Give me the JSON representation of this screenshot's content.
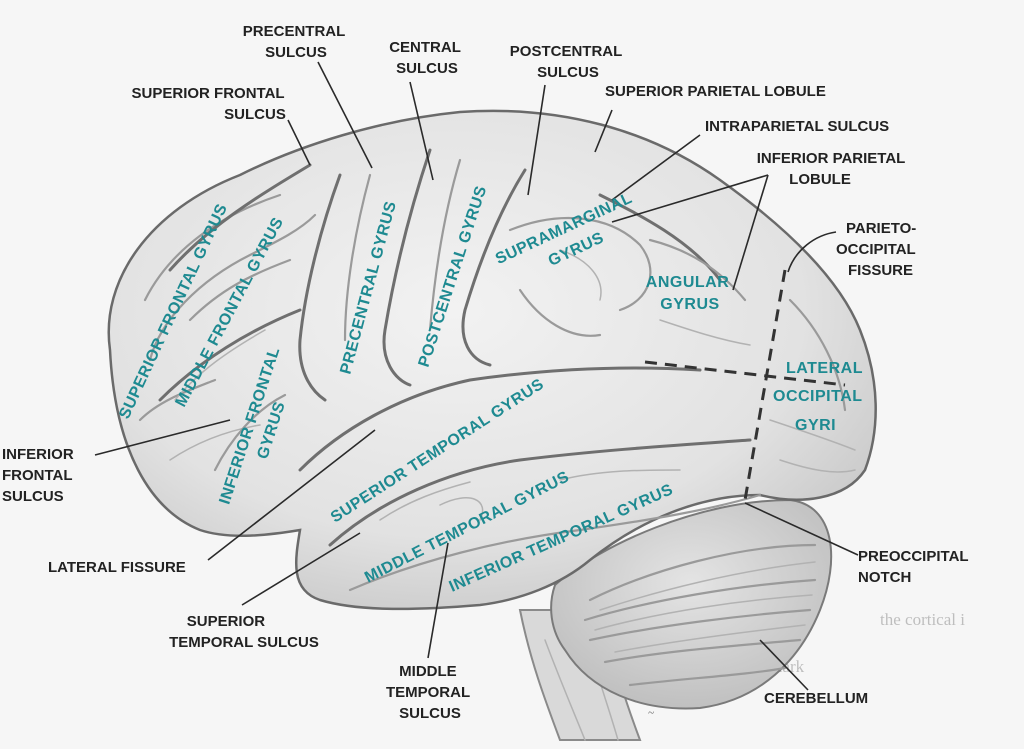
{
  "outside_labels": {
    "precentral_sulcus": [
      "PRECENTRAL",
      "SULCUS"
    ],
    "central_sulcus": [
      "CENTRAL",
      "SULCUS"
    ],
    "postcentral_sulcus": [
      "POSTCENTRAL",
      "SULCUS"
    ],
    "superior_frontal_sulcus": [
      "SUPERIOR FRONTAL",
      "SULCUS"
    ],
    "superior_parietal_lobule": "SUPERIOR PARIETAL LOBULE",
    "intraparietal_sulcus": "INTRAPARIETAL SULCUS",
    "inferior_parietal_lobule": [
      "INFERIOR PARIETAL",
      "LOBULE"
    ],
    "parieto_occipital_fissure": [
      "PARIETO-",
      "OCCIPITAL",
      "FISSURE"
    ],
    "inferior_frontal_sulcus": [
      "INFERIOR",
      "FRONTAL",
      "SULCUS"
    ],
    "lateral_fissure": "LATERAL FISSURE",
    "superior_temporal_sulcus": [
      "SUPERIOR",
      "TEMPORAL SULCUS"
    ],
    "middle_temporal_sulcus": [
      "MIDDLE",
      "TEMPORAL",
      "SULCUS"
    ],
    "preoccipital_notch": [
      "PREOCCIPITAL",
      "NOTCH"
    ],
    "cerebellum": "CEREBELLUM"
  },
  "gyrus_labels": {
    "superior_frontal_gyrus": "SUPERIOR FRONTAL GYRUS",
    "middle_frontal_gyrus": "MIDDLE FRONTAL GYRUS",
    "inferior_frontal_gyrus": [
      "INFERIOR FRONTAL",
      "GYRUS"
    ],
    "precentral_gyrus": "PRECENTRAL GYRUS",
    "postcentral_gyrus": "POSTCENTRAL GYRUS",
    "supramarginal_gyrus": [
      "SUPRAMARGINAL",
      "GYRUS"
    ],
    "angular_gyrus": [
      "ANGULAR",
      "GYRUS"
    ],
    "lateral_occipital_gyri": [
      "LATERAL",
      "OCCIPITAL",
      "GYRI"
    ],
    "superior_temporal_gyrus": "SUPERIOR TEMPORAL GYRUS",
    "middle_temporal_gyrus": "MIDDLE TEMPORAL GYRUS",
    "inferior_temporal_gyrus": "INFERIOR TEMPORAL GYRUS"
  },
  "colors": {
    "gyrus_label": "#1e8a91",
    "leader_line": "#2a2a2a",
    "brain_fill": "#e6e6e6",
    "background": "#f6f6f6"
  }
}
